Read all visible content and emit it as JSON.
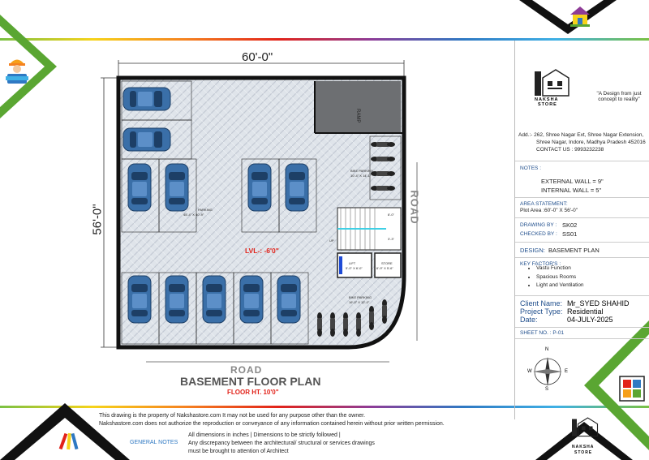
{
  "top_dimension": "60'-0\"",
  "side_dimension": "56'-0\"",
  "road_right": "ROAD",
  "road_bottom": "ROAD",
  "plan_title": "BASEMENT FLOOR PLAN",
  "floor_height": "FLOOR HT. 10'0\"",
  "level_label": "LVL-: -6'0\"",
  "rooms": {
    "ramp": "RAMP",
    "parking_label": "PARKING",
    "parking_dim": "45'-4\" X 40'-9\"",
    "bike_parking_top": "BIKE PARKING",
    "bike_parking_top_dim": "10'-4\" X 14'-1\"",
    "bike_parking_bottom": "BIKE PARKING",
    "bike_parking_bottom_dim": "16'-0\" X 12'-0\"",
    "lift": "LIFT",
    "lift_dim": "5'-0\" X 6'-0\"",
    "store": "STORE",
    "store_dim": "6'-9\" X 5'-6\"",
    "up": "UP",
    "stair_dim_a": "8'-0\"",
    "stair_dim_b": "3'-3\""
  },
  "brand": {
    "name_line1": "NAKSHA",
    "name_line2": "STORE",
    "tagline": "\"A Design from just concept to reality\""
  },
  "address": {
    "label": "Add.:-",
    "line1": "262, Shree Nagar Ext, Shree Nagar Extension,",
    "line2": "Shree Nagar, Indore, Madhya Pradesh 452016",
    "line3": "CONTACT US : 9993232238"
  },
  "notes": {
    "heading": "NOTES :",
    "external_wall": "EXTERNAL WALL = 9\"",
    "internal_wall": "INTERNAL WALL = 5\""
  },
  "area": {
    "heading": "AREA STATEMENT:",
    "value": "Plot Area :60'-0\" X 56'-0\""
  },
  "drawn_by": {
    "label": "DRAWING BY :",
    "value": "SK02"
  },
  "checked_by": {
    "label": "CHECKED BY :",
    "value": "SS01"
  },
  "design": {
    "label": "DESIGN:",
    "value": "BASEMENT PLAN"
  },
  "key_factors": {
    "heading": "KEY FACTOR'S :",
    "items": [
      "Vastu Function",
      "Spacious Rooms",
      "Light and Ventilation"
    ]
  },
  "client": {
    "name_label": "Client Name:",
    "name_value": "Mr_SYED SHAHID",
    "project_label": "Project Type:",
    "project_value": "Residential",
    "date_label": "Date:",
    "date_value": "04-JULY-2025"
  },
  "sheet_no": "SHEET NO. : P-01",
  "compass": {
    "n": "N",
    "s": "S",
    "e": "E",
    "w": "W"
  },
  "footer": {
    "property_line1": "This drawing is the property of Nakshastore.com  It may not be used for any purpose other than the owner.",
    "property_line2": "Nakshastore.com  does not authorize the reproduction or  conveyance of any information contained herein without prior written permission.",
    "general_notes_label": "GENERAL NOTES",
    "note1": "All dimensions in inches | Dimensions to be strictly followed  |",
    "note2": "Any discrepancy between the architectural/ structural or services drawings",
    "note3": "must be brought to attention of  Architect"
  },
  "colors": {
    "green": "#5aa632",
    "car_blue": "#3a6fa8",
    "title_red": "#e2231a",
    "dark": "#222222"
  }
}
